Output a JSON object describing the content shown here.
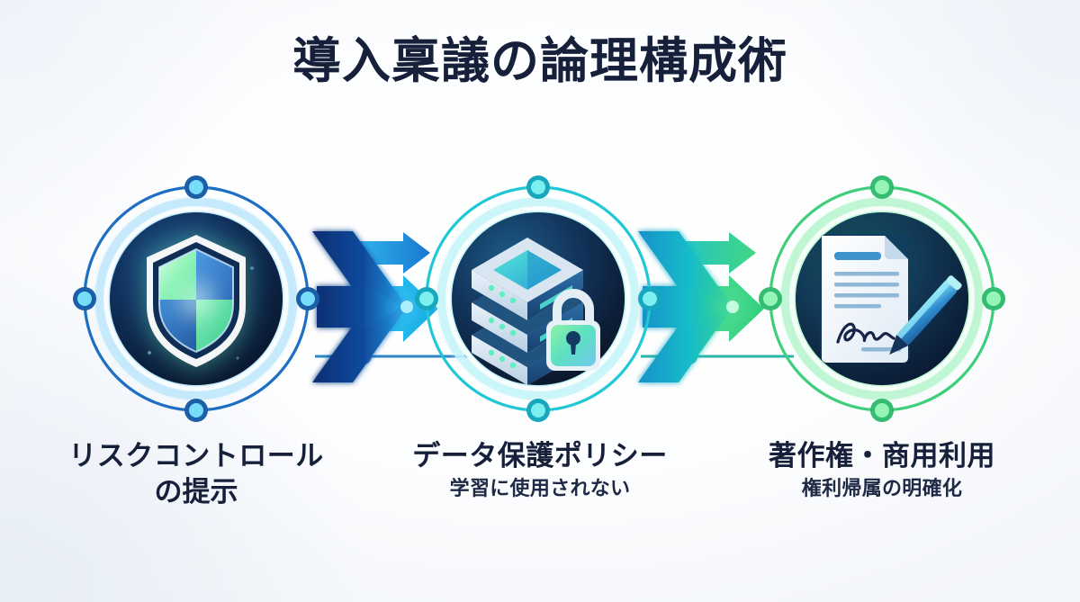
{
  "title": "導入稟議の論理構成術",
  "background": {
    "base_color": "#ffffff",
    "tint_color": "#f2f5f9"
  },
  "palette": {
    "title_navy": "#16203a",
    "disc_navy_dark": "#0c1b3a",
    "disc_navy_mid": "#123a63",
    "ring_blue": "#1e6fc4",
    "ring_cyan": "#22c7d6",
    "ring_green": "#4ade80",
    "node_fill_blue": "#64d2f5",
    "node_fill_cyan": "#6ae7ef",
    "node_fill_green": "#8bf0ae",
    "arrow_blue_dark": "#0b3f8f",
    "arrow_blue_bright": "#1e9be8",
    "arrow_cyan": "#23c6e0",
    "arrow_green": "#3fd37e",
    "shield_green": "#6ff0a8",
    "shield_blue": "#2f7fd8",
    "lock_green": "#5fe39a",
    "doc_paper": "#f2f8fd",
    "doc_line_blue": "#4f9fd4"
  },
  "steps": [
    {
      "id": "step-1",
      "icon": "shield-icon",
      "icon_description": "shield with four colored quadrants",
      "ring_color": "#1e6fc4",
      "label_line1": "リスクコントロール",
      "label_line2": "の提示",
      "sublabel": ""
    },
    {
      "id": "step-2",
      "icon": "server-lock-icon",
      "icon_description": "isometric server stack with padlock",
      "ring_color": "#22c7d6",
      "label_line1": "データ保護ポリシー",
      "label_line2": "",
      "sublabel": "学習に使用されない"
    },
    {
      "id": "step-3",
      "icon": "signed-document-icon",
      "icon_description": "document with signature and pen",
      "ring_color": "#4ade80",
      "label_line1": "著作権・商用利用",
      "label_line2": "",
      "sublabel": "権利帰属の明確化"
    }
  ],
  "connectors": [
    {
      "id": "connector-1",
      "from": "step-1",
      "to": "step-2",
      "style": "double-chevron-arrow",
      "color_start": "#0b3f8f",
      "color_end": "#23c6e0"
    },
    {
      "id": "connector-2",
      "from": "step-2",
      "to": "step-3",
      "style": "double-chevron-arrow",
      "color_start": "#15a8c8",
      "color_end": "#3fd37e"
    }
  ]
}
